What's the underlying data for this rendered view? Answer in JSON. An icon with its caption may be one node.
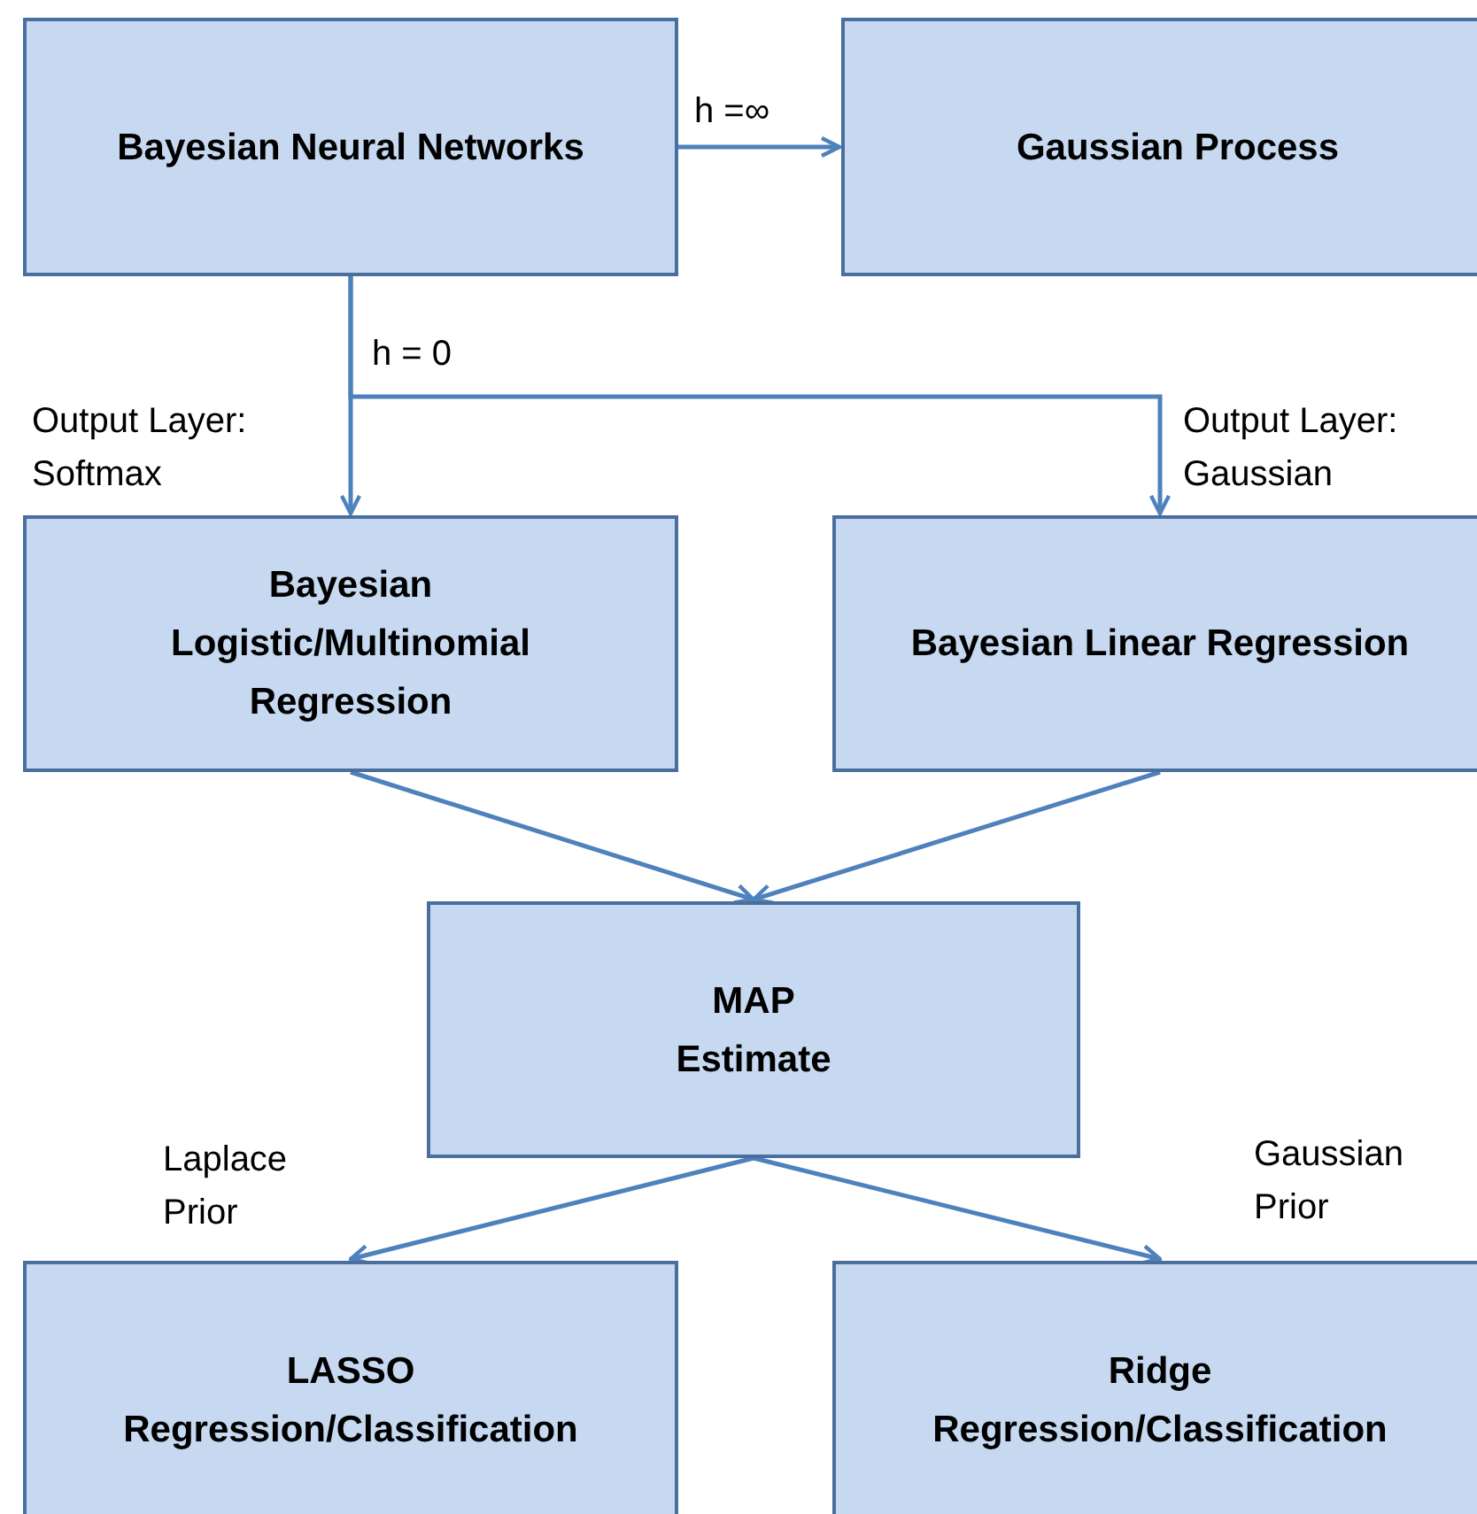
{
  "diagram": {
    "nodes": [
      {
        "text": [
          "Bayesian Neural Networks"
        ]
      },
      {
        "text": [
          "Gaussian Process"
        ]
      },
      {
        "text": [
          "Bayesian Logistic/Multinomial Regression"
        ]
      },
      {
        "text": [
          "Bayesian Linear Regression"
        ]
      },
      {
        "text": [
          "MAP Estimate"
        ]
      },
      {
        "text": [
          "LASSO Regression/Classification"
        ]
      },
      {
        "text": [
          "Ridge Regression/Classification"
        ]
      }
    ],
    "edges": [
      {
        "from": 0,
        "to": 1,
        "arrow": "to",
        "label": "h =∞"
      },
      {
        "from": 0,
        "to": 2,
        "arrow": "to",
        "label": "Output Layer: Softmax"
      },
      {
        "from": 0,
        "to": 3,
        "arrow": "to",
        "label": "Output Layer: Gaussian"
      },
      {
        "from": 2,
        "to": 4,
        "arrow": "to"
      },
      {
        "from": 3,
        "to": 4,
        "arrow": "to"
      },
      {
        "from": 4,
        "to": 5,
        "arrow": "to",
        "label": "Laplace Prior"
      },
      {
        "from": 4,
        "to": 6,
        "arrow": "to",
        "label": "Gaussian Prior"
      }
    ],
    "labels": [
      "h = 0"
    ]
  }
}
